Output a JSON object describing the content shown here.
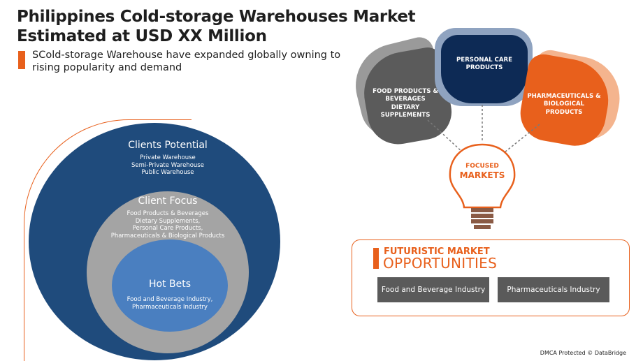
{
  "title": "Philippines Cold-storage Warehouses Market Estimated at USD XX Million",
  "subtitle": "SCold-storage Warehouse have expanded globally owning to rising popularity and demand",
  "circles": {
    "outer": {
      "heading": "Clients Potential",
      "items": [
        "Private Warehouse",
        "Semi-Private Warehouse",
        "Public Warehouse"
      ]
    },
    "middle": {
      "heading": "Client Focus",
      "items": [
        "Food Products & Beverages",
        "Dietary Supplements,",
        "Personal Care Products,",
        "Pharmaceuticals & Biological Products"
      ]
    },
    "inner": {
      "heading": "Hot Bets",
      "items": [
        "Food and Beverage Industry,",
        "Pharmaceuticals Industry"
      ]
    }
  },
  "petals": {
    "left": [
      "FOOD PRODUCTS &",
      "BEVERAGES",
      "DIETARY",
      "SUPPLEMENTS"
    ],
    "middle": [
      "PERSONAL CARE",
      "PRODUCTS"
    ],
    "right": [
      "PHARMACEUTICALS &",
      "BIOLOGICAL",
      "PRODUCTS"
    ]
  },
  "bulb": {
    "line1": "FOCUSED",
    "line2": "MARKETS"
  },
  "opportunities": {
    "title_line1": "FUTURISTIC MARKET",
    "title_line2": "OPPORTUNITIES",
    "items": [
      "Food and Beverage Industry",
      "Pharmaceuticals Industry"
    ]
  },
  "footer": "DMCA Protected © DataBridge",
  "colors": {
    "accent": "#e8601c",
    "navy": "#1f4b7c",
    "dark_navy": "#0d2a55",
    "gray": "#a4a4a4",
    "blue": "#4a7fc0",
    "dark_gray": "#5a5a5a"
  },
  "icons": [
    "lightbulb-icon"
  ]
}
